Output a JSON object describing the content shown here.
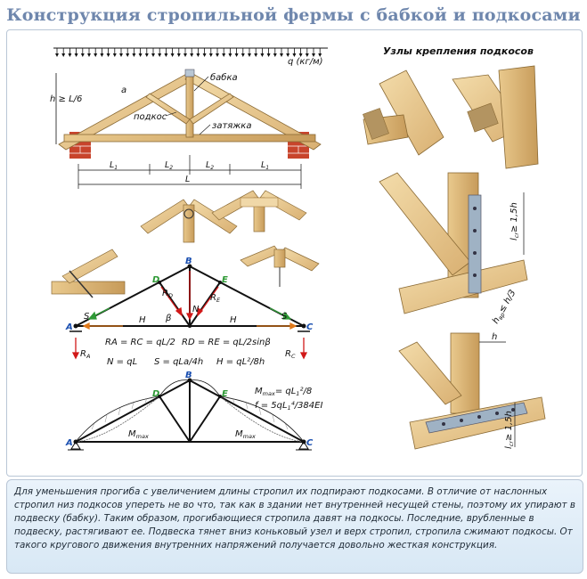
{
  "title": "Конструкция стропильной фермы с бабкой и подкосами",
  "nodes_title": "Узлы крепления подкосов",
  "load_label": "q (кг/м)",
  "height_label": "h ≥ L/6",
  "labels": {
    "a": "a",
    "babka": "бабка",
    "podkos": "подкос",
    "zatyazhka": "затяжка",
    "L1": "L",
    "L1_sub": "1",
    "L2": "L",
    "L2_sub": "2",
    "L": "L"
  },
  "scheme": {
    "A": "A",
    "B": "B",
    "C": "C",
    "D": "D",
    "E": "E",
    "RD": "R",
    "RD_sub": "D",
    "RE": "R",
    "RE_sub": "E",
    "RA": "R",
    "RA_sub": "A",
    "RC": "R",
    "RC_sub": "C",
    "S": "S",
    "H": "H",
    "N": "N",
    "beta": "β"
  },
  "formulas": {
    "f1": "R",
    "f1_full": "RA = RC = qL/2",
    "f2_full": "RD = RE = qL/2sinβ",
    "f3": "N = qL",
    "f4": "S = qLa/4h",
    "f5": "H = qL²/8h"
  },
  "moment": {
    "mmax": "M",
    "mmax_sub": "max",
    "formula1": "M",
    "formula1_sub": "max",
    "formula1_rest": "= qL",
    "formula1_sub2": "1",
    "formula1_end": "²/8",
    "formula2": "f = 5qL",
    "formula2_sub": "1",
    "formula2_end": "⁴/384EI"
  },
  "node_dims": {
    "lcr1": "l",
    "lcr1_sub": "cr",
    "lcr1_rest": "≥ 1,5h",
    "hvr": "h",
    "hvr_sub": "вр",
    "hvr_rest": "≤ h/3",
    "h": "h",
    "lcr2": "l",
    "lcr2_sub": "cr",
    "lcr2_rest": "≥ 1,5h"
  },
  "caption": "Для уменьшения прогиба с увеличением длины стропил их подпирают подкосами. В отличие от наслонных стропил низ подкосов упереть не во что, так как в здании нет внутренней несущей стены, поэтому их упирают в подвеску (бабку). Таким образом, прогибающиеся стропила давят на подкосы. Последние, врубленные в подвеску, растягивают ее. Подвеска тянет вниз коньковый узел и верх стропил, стропила сжимают подкосы. От такого кругового движения внутренних напряжений получается довольно жесткая конструкция.",
  "colors": {
    "title": "#6f87ad",
    "wood": "#e8c98e",
    "wood_dark": "#b98b45",
    "brick": "#c8442c",
    "arrow_red": "#d11919",
    "arrow_green": "#2f9a36",
    "arrow_orange": "#e0791a",
    "steel": "#9fb2c4"
  }
}
